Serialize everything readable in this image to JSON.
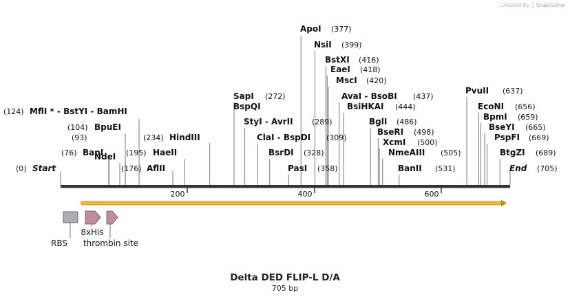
{
  "watermark": {
    "created_by": "Created by",
    "brand": "SnapGene"
  },
  "title": "Delta DED FLIP-L D/A",
  "subtitle": "705 bp",
  "sequence_length": 705,
  "ruler": {
    "ticks": [
      "200",
      "400",
      "600"
    ]
  },
  "sites": [
    {
      "name": "Start",
      "pos": "(0)",
      "italic": true
    },
    {
      "name": "BanI",
      "pos": "(76)"
    },
    {
      "name": "NdeI",
      "pos": "(93)"
    },
    {
      "name": "BpuEI",
      "pos": "(104)"
    },
    {
      "name": "MflI * - BstYI - BamHI",
      "pos": "(124)"
    },
    {
      "name": "AflII",
      "pos": "(176)"
    },
    {
      "name": "HaeII",
      "pos": "(195)"
    },
    {
      "name": "HindIII",
      "pos": "(234)"
    },
    {
      "name": "SapI",
      "pos": "(272)"
    },
    {
      "name": "BspQI",
      "pos": ""
    },
    {
      "name": "StyI - AvrII",
      "pos": "(289)"
    },
    {
      "name": "ClaI - BspDI",
      "pos": "(309)"
    },
    {
      "name": "BsrDI",
      "pos": "(328)"
    },
    {
      "name": "PasI",
      "pos": "(358)"
    },
    {
      "name": "ApoI",
      "pos": "(377)"
    },
    {
      "name": "NsiI",
      "pos": "(399)"
    },
    {
      "name": "BstXI",
      "pos": "(416)"
    },
    {
      "name": "EaeI",
      "pos": "(418)"
    },
    {
      "name": "MscI",
      "pos": "(420)"
    },
    {
      "name": "AvaI - BsoBI",
      "pos": "(437)"
    },
    {
      "name": "BsiHKAI",
      "pos": "(444)"
    },
    {
      "name": "BglI",
      "pos": "(486)"
    },
    {
      "name": "BseRI",
      "pos": "(498)"
    },
    {
      "name": "XcmI",
      "pos": "(500)"
    },
    {
      "name": "NmeAIII",
      "pos": "(505)"
    },
    {
      "name": "BanII",
      "pos": "(531)"
    },
    {
      "name": "PvuII",
      "pos": "(637)"
    },
    {
      "name": "EcoNI",
      "pos": "(656)"
    },
    {
      "name": "BpmI",
      "pos": "(659)"
    },
    {
      "name": "BseYI",
      "pos": "(665)"
    },
    {
      "name": "PspFI",
      "pos": "(669)"
    },
    {
      "name": "BtgZI",
      "pos": "(689)"
    },
    {
      "name": "End",
      "pos": "(705)",
      "italic": true
    }
  ],
  "features": [
    {
      "name": "RBS",
      "type": "rbs",
      "color": "#a9aeb6"
    },
    {
      "name": "8xHis",
      "type": "arrow",
      "color": "#c48a9f"
    },
    {
      "name": "thrombin site",
      "type": "arrow",
      "color": "#c48a9f"
    }
  ],
  "orf": {
    "color": "#f5b63d",
    "stroke": "#c98a12"
  },
  "colors": {
    "backbone": "#333333",
    "leader": "#555555"
  }
}
